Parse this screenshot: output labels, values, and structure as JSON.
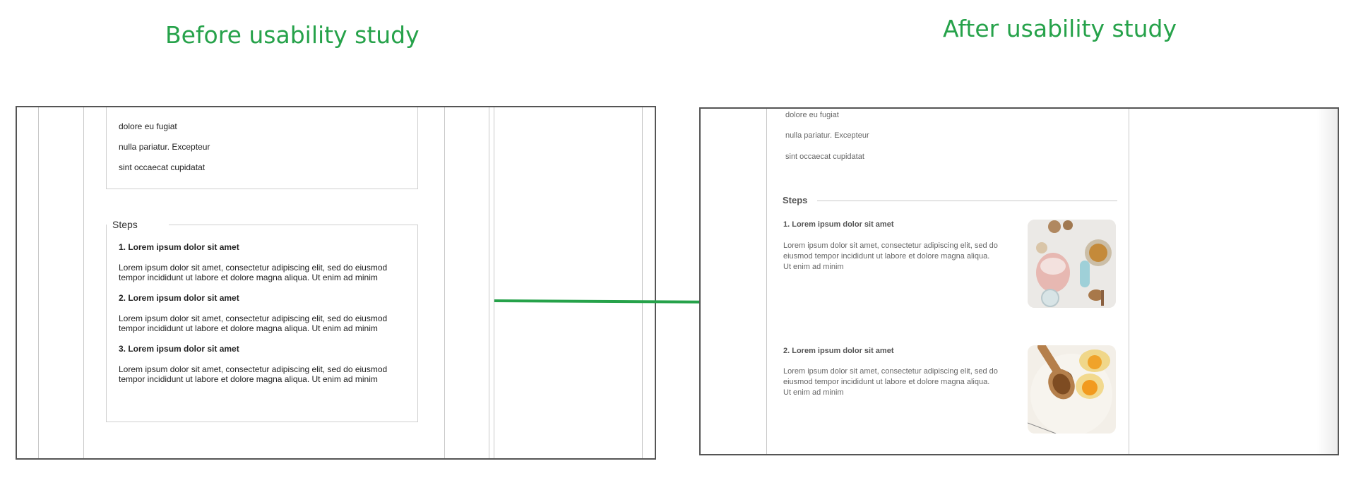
{
  "headings": {
    "before": "Before usability study",
    "after": "After usability study"
  },
  "before": {
    "ingredients": [
      "dolore eu fugiat",
      "nulla pariatur. Excepteur",
      "sint occaecat cupidatat"
    ],
    "steps_title": "Steps",
    "steps": [
      {
        "title": "1. Lorem ipsum dolor sit amet",
        "line1": "Lorem ipsum dolor sit amet, consectetur adipiscing elit, sed do eiusmod",
        "line2": "tempor incididunt ut labore et dolore magna aliqua. Ut enim ad minim"
      },
      {
        "title": "2. Lorem ipsum dolor sit amet",
        "line1": "Lorem ipsum dolor sit amet, consectetur adipiscing elit, sed do eiusmod",
        "line2": "tempor incididunt ut labore et dolore magna aliqua. Ut enim ad minim"
      },
      {
        "title": "3. Lorem ipsum dolor sit amet",
        "line1": "Lorem ipsum dolor sit amet, consectetur adipiscing elit, sed do eiusmod",
        "line2": "tempor incididunt ut labore et dolore magna aliqua. Ut enim ad minim"
      }
    ]
  },
  "after": {
    "ingredients": [
      "dolore eu fugiat",
      "nulla pariatur. Excepteur",
      "sint occaecat cupidatat"
    ],
    "steps_title": "Steps",
    "steps": [
      {
        "title": "1. Lorem ipsum dolor sit amet",
        "line1": "Lorem ipsum dolor sit amet, consectetur adipiscing elit, sed do",
        "line2": "eiusmod tempor incididunt ut labore et dolore magna aliqua.",
        "line3": "Ut enim ad minim"
      },
      {
        "title": "2. Lorem ipsum dolor sit amet",
        "line1": "Lorem ipsum dolor sit amet, consectetur adipiscing elit, sed do",
        "line2": "eiusmod tempor incididunt ut labore et dolore magna aliqua.",
        "line3": "Ut enim ad minim"
      }
    ]
  },
  "colors": {
    "accent": "#26a24a",
    "frame": "#555555",
    "guide": "#c8c8c8"
  }
}
